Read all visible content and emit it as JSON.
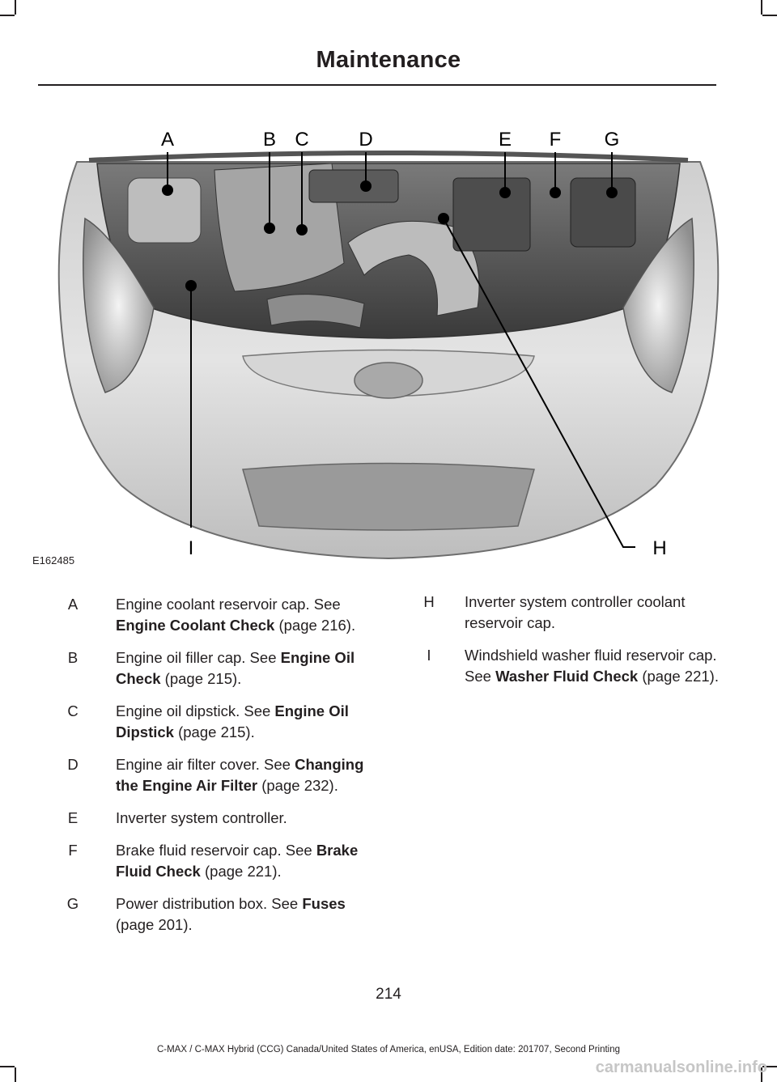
{
  "header": {
    "title": "Maintenance"
  },
  "figure": {
    "code": "E162485",
    "callouts_top": [
      "A",
      "B",
      "C",
      "D",
      "E",
      "F",
      "G"
    ],
    "callouts_bottom": [
      "I",
      "H"
    ]
  },
  "items_left": [
    {
      "letter": "A",
      "text": "Engine coolant reservoir cap.  See ",
      "ref": "Engine Coolant Check",
      "page": " (page 216)."
    },
    {
      "letter": "B",
      "text": "Engine oil filler cap.  See ",
      "ref": "Engine Oil Check",
      "page": " (page 215)."
    },
    {
      "letter": "C",
      "text": "Engine oil dipstick.  See ",
      "ref": "Engine Oil Dipstick",
      "page": " (page 215)."
    },
    {
      "letter": "D",
      "text": "Engine air filter cover.  See ",
      "ref": "Changing the Engine Air Filter",
      "page": " (page 232)."
    },
    {
      "letter": "E",
      "text": "Inverter system controller.",
      "ref": "",
      "page": ""
    },
    {
      "letter": "F",
      "text": "Brake fluid reservoir cap.  See ",
      "ref": "Brake Fluid Check",
      "page": " (page 221)."
    },
    {
      "letter": "G",
      "text": "Power distribution box.  See ",
      "ref": "Fuses",
      "page": " (page 201)."
    }
  ],
  "items_right": [
    {
      "letter": "H",
      "text": "Inverter system controller coolant reservoir cap.",
      "ref": "",
      "page": ""
    },
    {
      "letter": "I",
      "text": "Windshield washer fluid reservoir cap.  See ",
      "ref": "Washer Fluid Check",
      "page": " (page 221)."
    }
  ],
  "page_number": "214",
  "footer": "C-MAX / C-MAX Hybrid (CCG) Canada/United States of America, enUSA, Edition date: 201707, Second Printing",
  "watermark": "carmanualsonline.info"
}
